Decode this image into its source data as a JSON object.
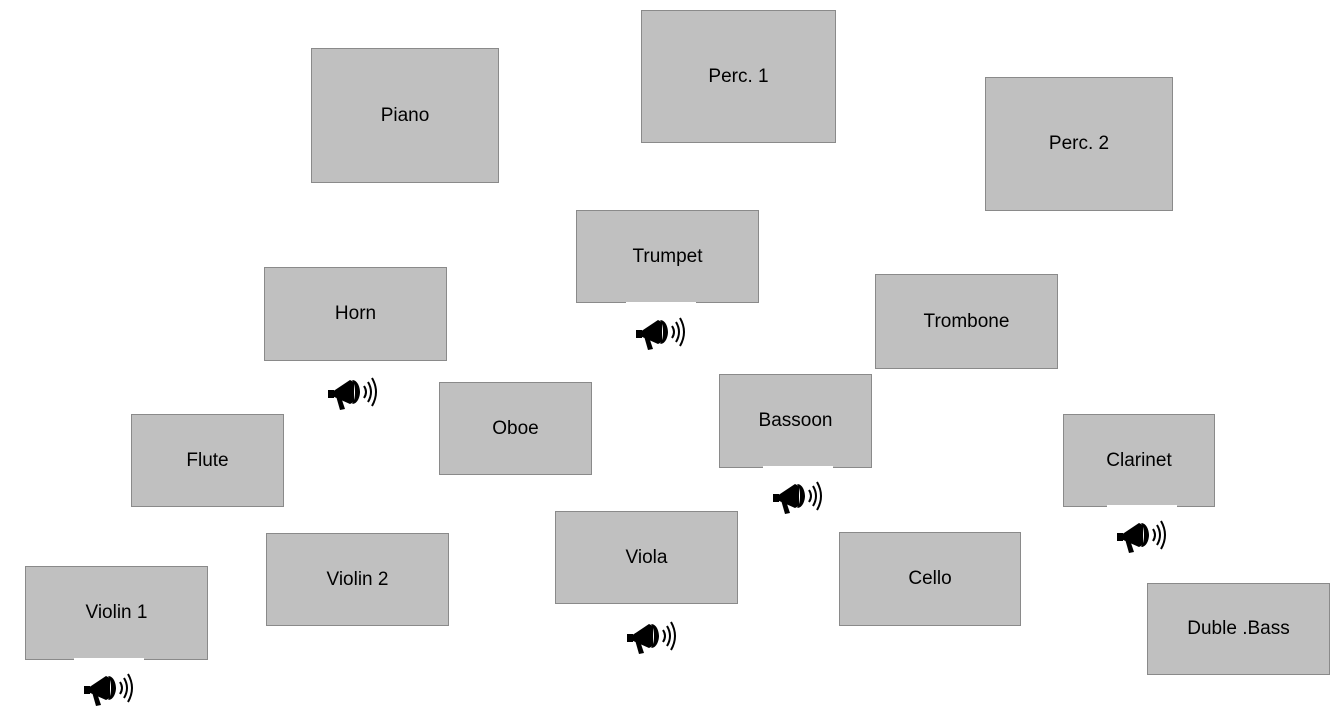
{
  "instruments": [
    {
      "id": "piano",
      "label": "Piano",
      "has_speaker": false
    },
    {
      "id": "perc1",
      "label": "Perc. 1",
      "has_speaker": false
    },
    {
      "id": "perc2",
      "label": "Perc. 2",
      "has_speaker": false
    },
    {
      "id": "trumpet",
      "label": "Trumpet",
      "has_speaker": true
    },
    {
      "id": "horn",
      "label": "Horn",
      "has_speaker": true
    },
    {
      "id": "trombone",
      "label": "Trombone",
      "has_speaker": false
    },
    {
      "id": "oboe",
      "label": "Oboe",
      "has_speaker": false
    },
    {
      "id": "bassoon",
      "label": "Bassoon",
      "has_speaker": true
    },
    {
      "id": "flute",
      "label": "Flute",
      "has_speaker": false
    },
    {
      "id": "clarinet",
      "label": "Clarinet",
      "has_speaker": true
    },
    {
      "id": "violin2",
      "label": "Violin 2",
      "has_speaker": false
    },
    {
      "id": "viola",
      "label": "Viola",
      "has_speaker": true
    },
    {
      "id": "cello",
      "label": "Cello",
      "has_speaker": false
    },
    {
      "id": "violin1",
      "label": "Violin 1",
      "has_speaker": true
    },
    {
      "id": "doublebass",
      "label": "Duble .Bass",
      "has_speaker": false
    }
  ],
  "colors": {
    "box_fill": "#c0c0c0",
    "box_border": "#8a8a8a",
    "background": "#ffffff",
    "text": "#000000"
  },
  "speaker_icon": "megaphone-sound-icon"
}
